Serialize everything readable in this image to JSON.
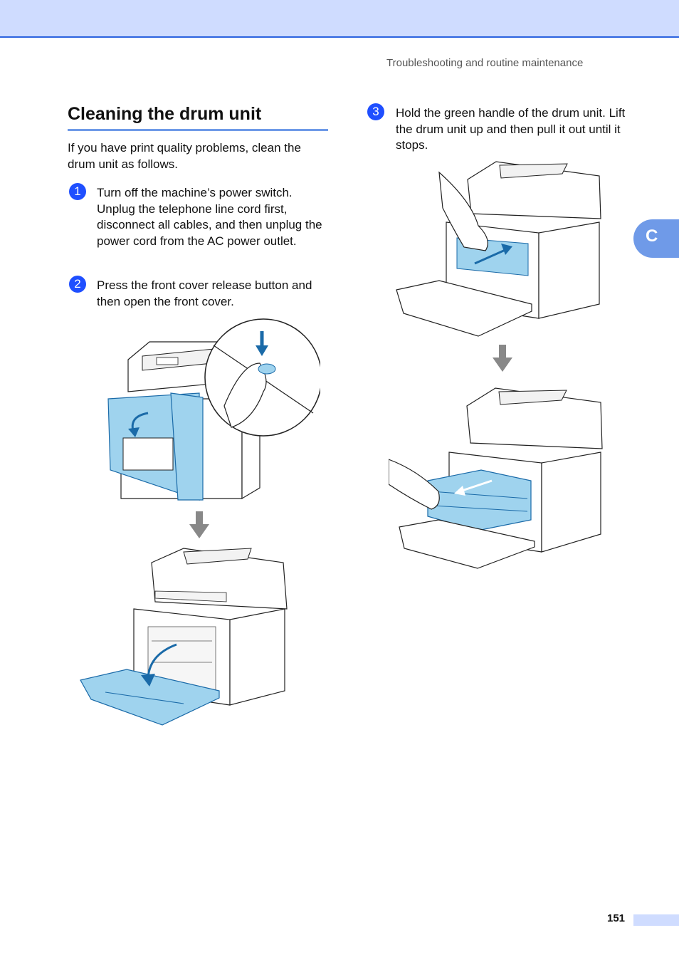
{
  "header": {
    "running_head": "Troubleshooting and routine maintenance"
  },
  "section": {
    "title": "Cleaning the drum unit",
    "intro": "If you have print quality problems, clean the drum unit as follows."
  },
  "steps": [
    {
      "number": "1",
      "text": "Turn off the machine’s power switch. Unplug the telephone line cord first, disconnect all cables, and then unplug the power cord from the AC power outlet."
    },
    {
      "number": "2",
      "text": "Press the front cover release button and then open the front cover."
    },
    {
      "number": "3",
      "text": "Hold the green handle of the drum unit. Lift the drum unit up and then pull it out until it stops."
    }
  ],
  "chapter_tab": {
    "letter": "C"
  },
  "footer": {
    "page_number": "151"
  },
  "colors": {
    "accent_blue": "#1f4fff",
    "rule_blue": "#6f9ae8",
    "band_blue": "#cfdcff",
    "highlight_cyan": "#9fd3ee",
    "arrow_gray": "#888888"
  }
}
